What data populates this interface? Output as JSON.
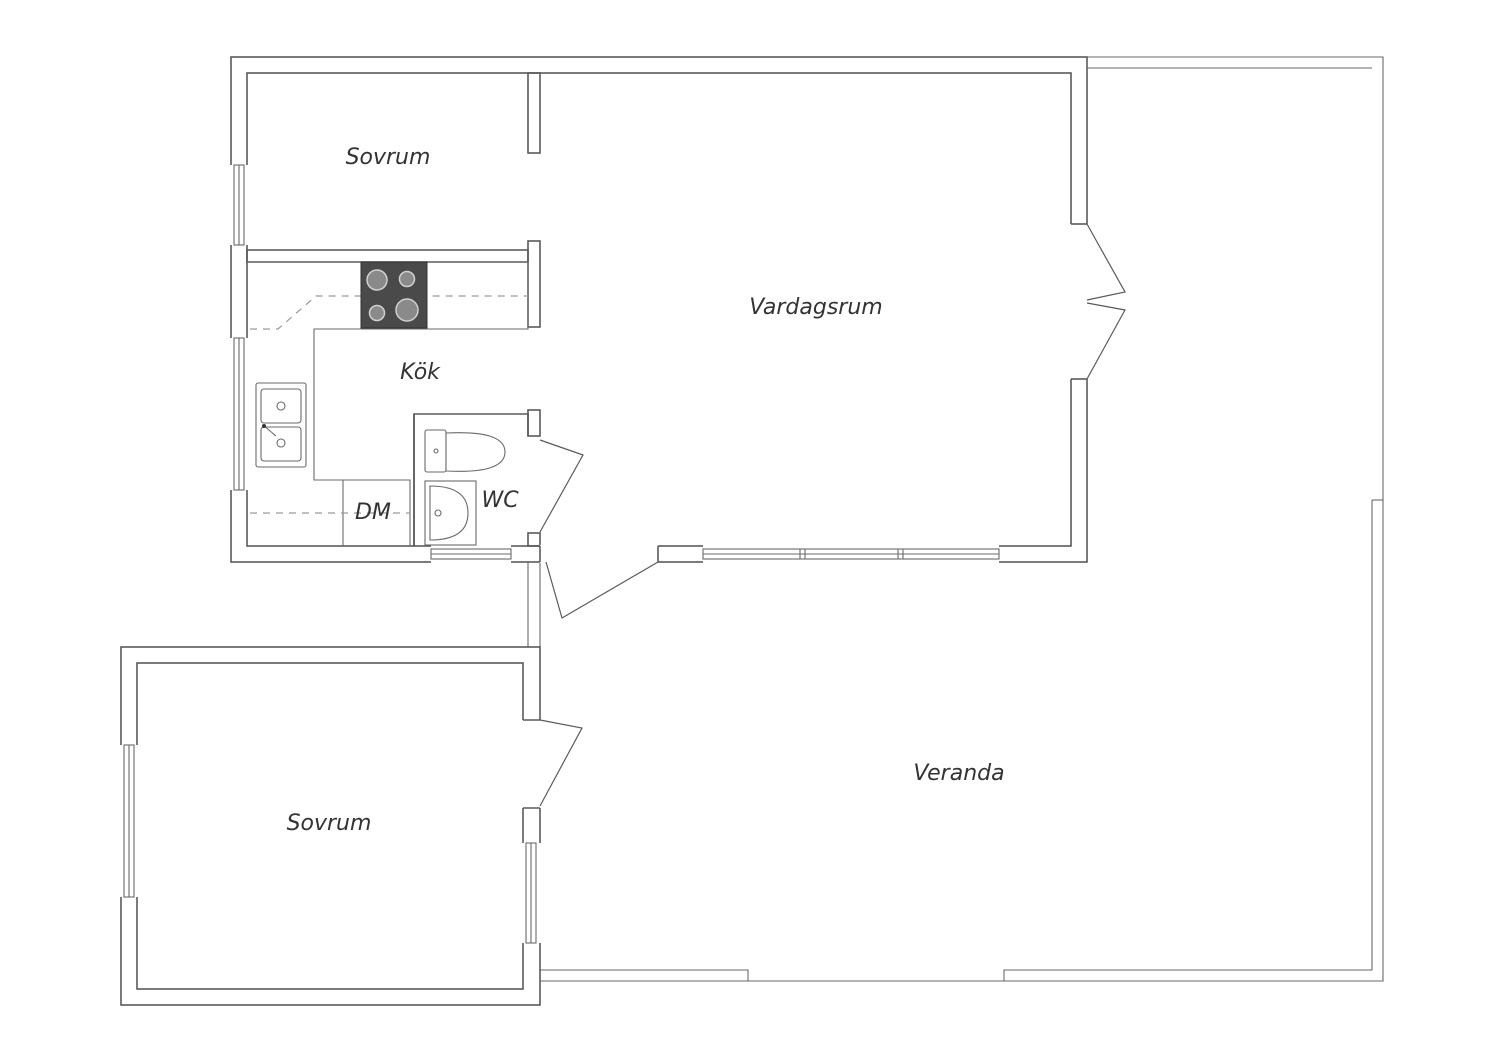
{
  "rooms": {
    "sovrum_upper": "Sovrum",
    "vardagsrum": "Vardagsrum",
    "kok": "Kök",
    "wc": "WC",
    "dm": "DM",
    "sovrum_lower": "Sovrum",
    "veranda": "Veranda"
  },
  "colors": {
    "wall": "#5a5a5a",
    "stove": "#4a4a4a",
    "burner": "#8a8a8a",
    "label": "#333333"
  }
}
